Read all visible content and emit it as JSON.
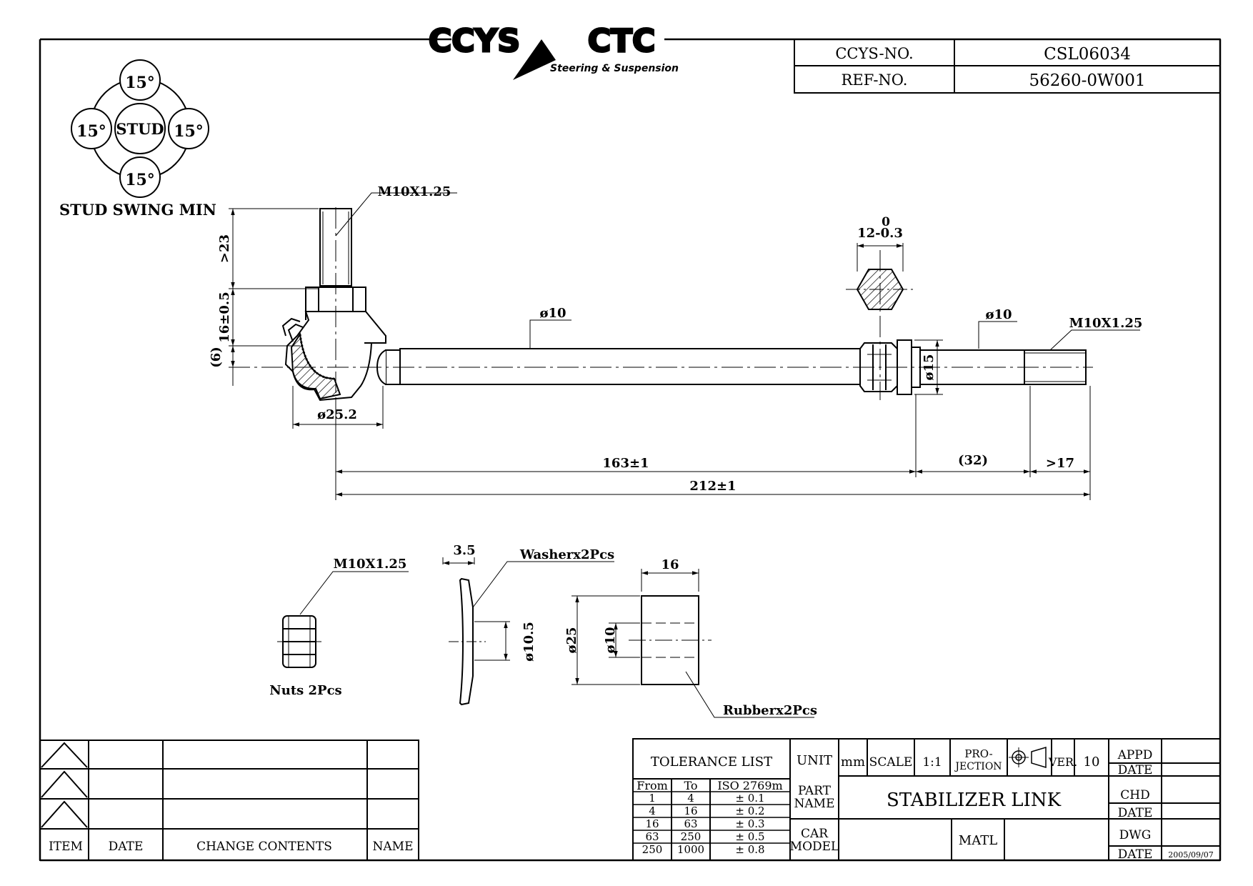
{
  "logo": {
    "text_left": "CCYS",
    "text_right": "CTC",
    "tagline": "Steering & Suspension"
  },
  "header_table": {
    "ccys_no_label": "CCYS-NO.",
    "ccys_no_value": "CSL06034",
    "ref_no_label": "REF-NO.",
    "ref_no_value": "56260-0W001"
  },
  "stud_swing": {
    "center": "STUD",
    "top": "15°",
    "left": "15°",
    "right": "15°",
    "bottom": "15°",
    "caption": "STUD SWING MIN"
  },
  "main_view": {
    "thread_top": "M10X1.25",
    "dim_stud_length": ">23",
    "dim_16": "16±0.5",
    "dim_6": "(6)",
    "dim_ball_dia": "ø25.2",
    "dim_rod_dia_left": "ø10",
    "hex_top": "0",
    "hex_main": "12-0.3",
    "dim_rod_dia_right": "ø10",
    "dim_15": "ø15",
    "thread_right": "M10X1.25",
    "dim_163": "163±1",
    "dim_32": "(32)",
    "dim_17": ">17",
    "dim_212": "212±1"
  },
  "parts": {
    "nut_thread": "M10X1.25",
    "nut_label": "Nuts 2Pcs",
    "washer_thickness": "3.5",
    "washer_label": "Washerx2Pcs",
    "washer_dia": "ø10.5",
    "rubber_width": "16",
    "rubber_outer": "ø25",
    "rubber_inner": "ø10",
    "rubber_label": "Rubberx2Pcs"
  },
  "revision_table": {
    "headers": [
      "ITEM",
      "DATE",
      "CHANGE CONTENTS",
      "NAME"
    ]
  },
  "title_block": {
    "tolerance_title": "TOLERANCE LIST",
    "tol_headers": [
      "From",
      "To",
      "ISO 2769m"
    ],
    "tol_rows": [
      [
        "1",
        "4",
        "± 0.1"
      ],
      [
        "4",
        "16",
        "± 0.2"
      ],
      [
        "16",
        "63",
        "± 0.3"
      ],
      [
        "63",
        "250",
        "± 0.5"
      ],
      [
        "250",
        "1000",
        "± 0.8"
      ]
    ],
    "unit_label": "UNIT",
    "unit_value": "mm",
    "scale_label": "SCALE",
    "scale_value": "1:1",
    "projection_line1": "PRO-",
    "projection_line2": "JECTION",
    "ver_label": "VER.",
    "ver_value": "10",
    "part_name_line1": "PART",
    "part_name_line2": "NAME",
    "part_name_value": "STABILIZER LINK",
    "car_model_line1": "CAR",
    "car_model_line2": "MODEL",
    "matl_label": "MATL",
    "appd": "APPD",
    "chd": "CHD",
    "dwg": "DWG",
    "date_label": "DATE",
    "dwg_date_value": "2005/09/07"
  }
}
